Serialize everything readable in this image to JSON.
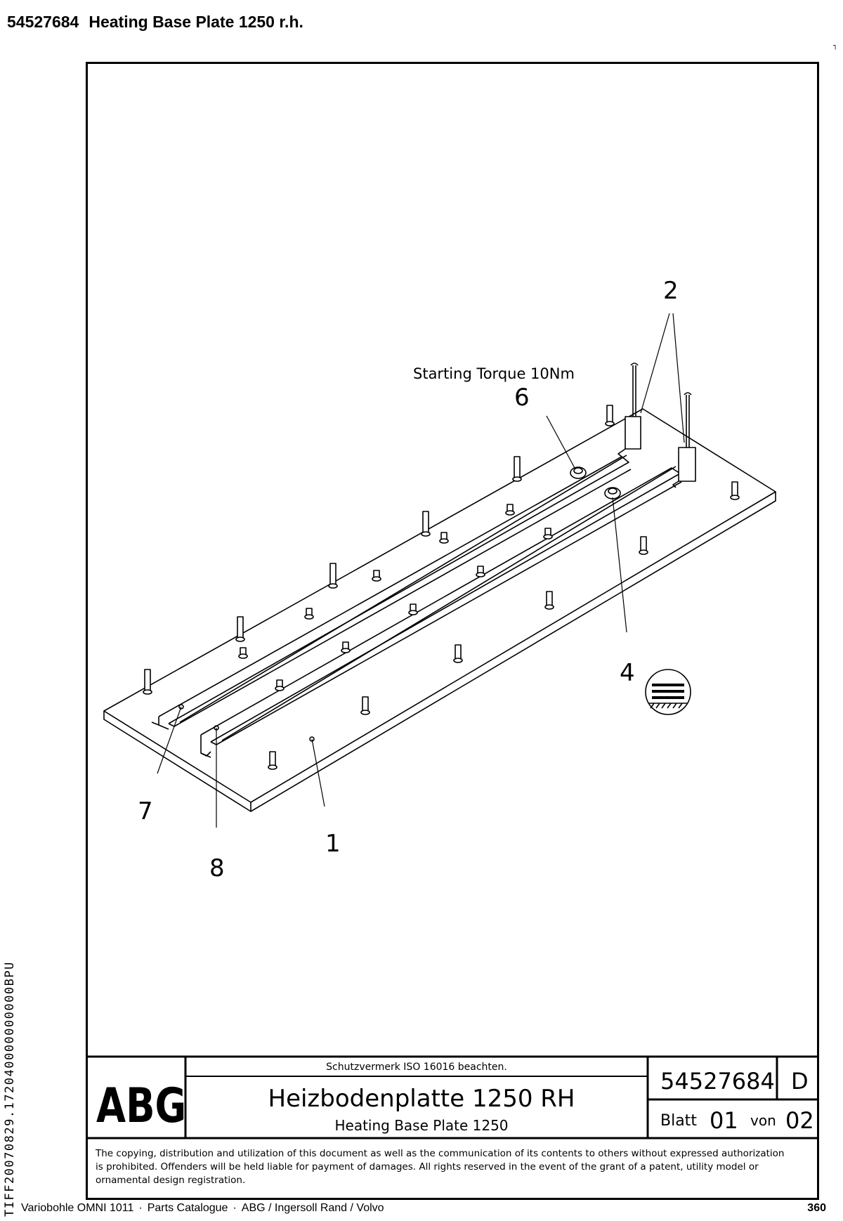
{
  "header": {
    "part_number": "54527684",
    "title": "Heating Base Plate 1250 r.h."
  },
  "drawing": {
    "callouts": [
      "2",
      "6",
      "4",
      "7",
      "8",
      "1"
    ],
    "torque_note": "Starting Torque 10Nm"
  },
  "title_block": {
    "logo": "ABG",
    "protection_note": "Schutzvermerk ISO 16016 beachten.",
    "title_de": "Heizbodenplatte 1250 RH",
    "title_en": "Heating Base Plate 1250",
    "drawing_number": "54527684",
    "revision": "D",
    "sheet_label": "Blatt",
    "sheet_number": "01",
    "of_label": "von",
    "sheet_total": "02",
    "copyright_lines": [
      "The copying, distribution and utilization of this document as well as the communication of its contents to others without expressed authorization",
      "is prohibited. Offenders will be held liable for payment of damages. All rights reserved in the event of the grant of a patent, utility model or",
      "ornamental design registration."
    ]
  },
  "side_code": "TIFF20070829.172040000000000BPU",
  "footer": {
    "product": "Variobohle OMNI 1011",
    "catalogue": "Parts Catalogue",
    "maker": "ABG / Ingersoll Rand / Volvo",
    "separator": "·",
    "page_number": "360"
  }
}
